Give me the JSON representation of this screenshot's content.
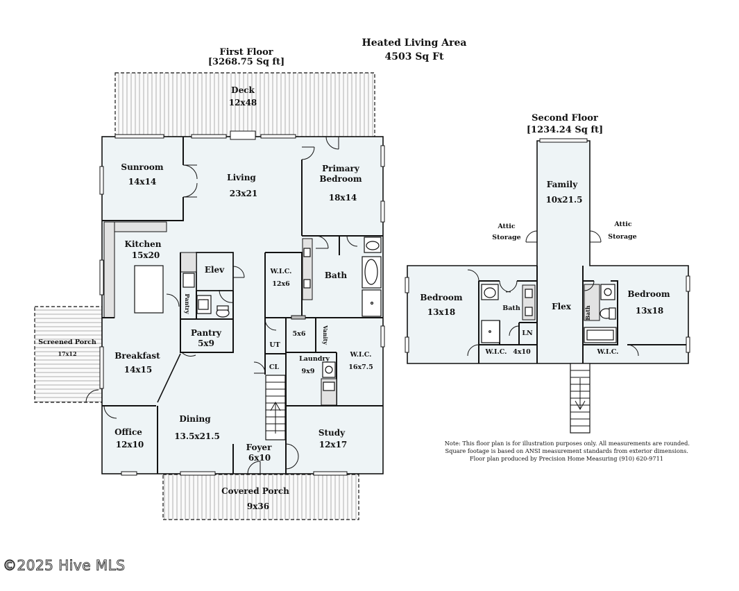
{
  "header": {
    "heated_title": "Heated Living Area",
    "heated_value": "4503 Sq Ft"
  },
  "first_floor": {
    "title": "First Floor",
    "area": "[3268.75 Sq ft]",
    "rooms": {
      "deck": {
        "name": "Deck",
        "dim": "12x48"
      },
      "sunroom": {
        "name": "Sunroom",
        "dim": "14x14"
      },
      "living": {
        "name": "Living",
        "dim": "23x21"
      },
      "primary_bedroom": {
        "name1": "Primary",
        "name2": "Bedroom",
        "dim": "18x14"
      },
      "kitchen": {
        "name": "Kitchen",
        "dim": "15x20"
      },
      "elev": {
        "name": "Elev"
      },
      "wic1": {
        "name": "W.I.C.",
        "dim": "12x6"
      },
      "bath": {
        "name": "Bath"
      },
      "pantry_small": {
        "name": "Pantry"
      },
      "pantry": {
        "name": "Pantry",
        "dim": "5x9"
      },
      "closet_5x6": {
        "dim": "5x6"
      },
      "vanity": {
        "name": "Vanity"
      },
      "ut": {
        "name": "UT"
      },
      "cl": {
        "name": "CL"
      },
      "laundry": {
        "name": "Laundry",
        "dim": "9x9"
      },
      "wic2": {
        "name": "W.I.C.",
        "dim": "16x7.5"
      },
      "screened_porch": {
        "name": "Screened Porch",
        "dim": "17x12"
      },
      "breakfast": {
        "name": "Breakfast",
        "dim": "14x15"
      },
      "office": {
        "name": "Office",
        "dim": "12x10"
      },
      "dining": {
        "name": "Dining",
        "dim": "13.5x21.5"
      },
      "foyer": {
        "name": "Foyer",
        "dim": "6x10"
      },
      "study": {
        "name": "Study",
        "dim": "12x17"
      },
      "covered_porch": {
        "name": "Covered Porch",
        "dim": "9x36"
      }
    }
  },
  "second_floor": {
    "title": "Second Floor",
    "area": "[1234.24 Sq ft]",
    "rooms": {
      "family": {
        "name": "Family",
        "dim": "10x21.5"
      },
      "attic_left": {
        "name1": "Attic",
        "name2": "Storage"
      },
      "attic_right": {
        "name1": "Attic",
        "name2": "Storage"
      },
      "bedroom_left": {
        "name": "Bedroom",
        "dim": "13x18"
      },
      "bath_left": {
        "name": "Bath"
      },
      "ln": {
        "name": "LN"
      },
      "wic_left": {
        "name": "W.I.C.",
        "dim": "4x10"
      },
      "flex": {
        "name": "Flex"
      },
      "bath_right": {
        "name": "Bath"
      },
      "wic_right": {
        "name": "W.I.C."
      },
      "bedroom_right": {
        "name": "Bedroom",
        "dim": "13x18"
      }
    }
  },
  "note": {
    "line1": "Note: This floor plan is for illustration purposes only. All measurements are rounded.",
    "line2": "Square footage is based on ANSI measurement standards from exterior dimensions.",
    "line3": "Floor plan produced by Precision Home Measuring (910) 620-9711"
  },
  "watermark": "©2025 Hive MLS",
  "colors": {
    "room_fill": "#eef4f6",
    "wall": "#111111"
  }
}
